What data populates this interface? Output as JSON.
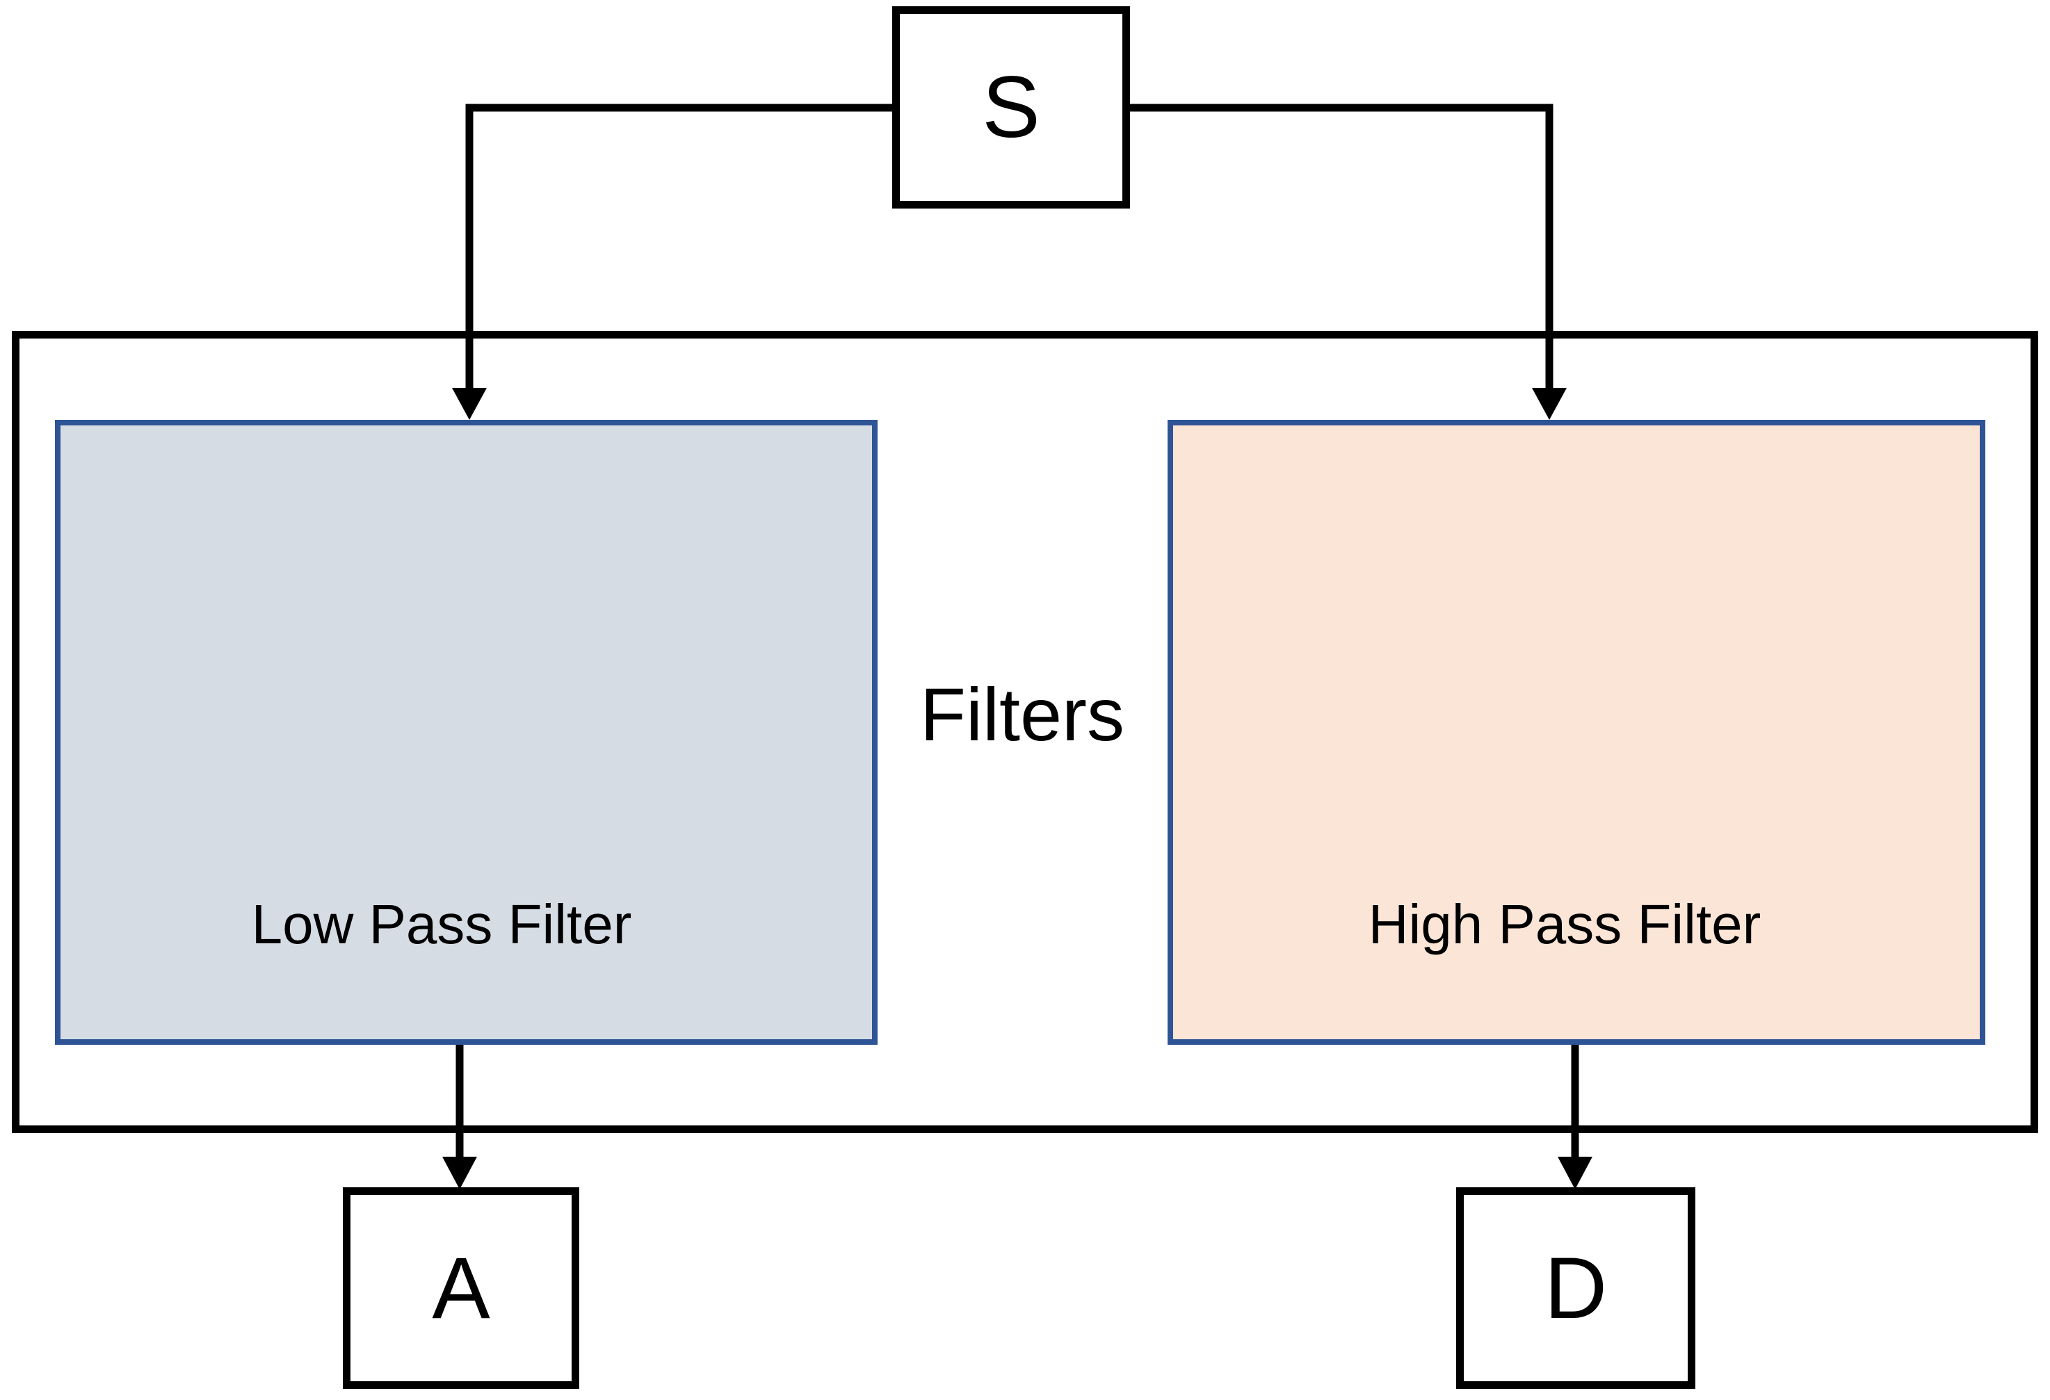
{
  "diagram": {
    "source_node": {
      "label": "S"
    },
    "filters_group": {
      "label": "Filters"
    },
    "low_pass_panel": {
      "label": "Low Pass Filter"
    },
    "high_pass_panel": {
      "label": "High Pass Filter"
    },
    "approximation_node": {
      "label": "A"
    },
    "detail_node": {
      "label": "D"
    },
    "colors": {
      "line": "#000000",
      "filter_border": "#2F5496",
      "low_pass_fill": "#D6DCE4",
      "high_pass_fill": "#FBE5D6",
      "background": "#FFFFFF"
    }
  }
}
